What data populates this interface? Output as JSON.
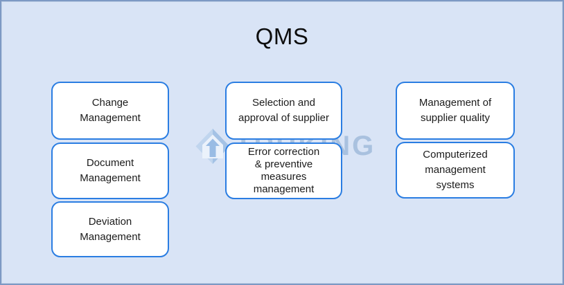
{
  "title": "QMS",
  "watermark": {
    "brand": "TRUKING",
    "logo_icon": "truking-diamond-arrow-logo"
  },
  "colors": {
    "canvas_background": "#d9e4f6",
    "canvas_border": "#7d99c4",
    "box_border": "#2a7de2",
    "box_background": "#ffffff",
    "watermark_blue": "#a4bedd",
    "text_color": "#1b1b1b"
  },
  "columns": [
    {
      "boxes": [
        {
          "label": "Change\nManagement"
        },
        {
          "label": "Document\nManagement"
        },
        {
          "label": "Deviation\nManagement"
        }
      ]
    },
    {
      "boxes": [
        {
          "label": "Selection and\napproval of supplier"
        },
        {
          "label": "Error correction\n& preventive\nmeasures\nmanagement"
        }
      ]
    },
    {
      "boxes": [
        {
          "label": "Management of\nsupplier quality"
        },
        {
          "label": "Computerized\nmanagement\nsystems"
        }
      ]
    }
  ]
}
